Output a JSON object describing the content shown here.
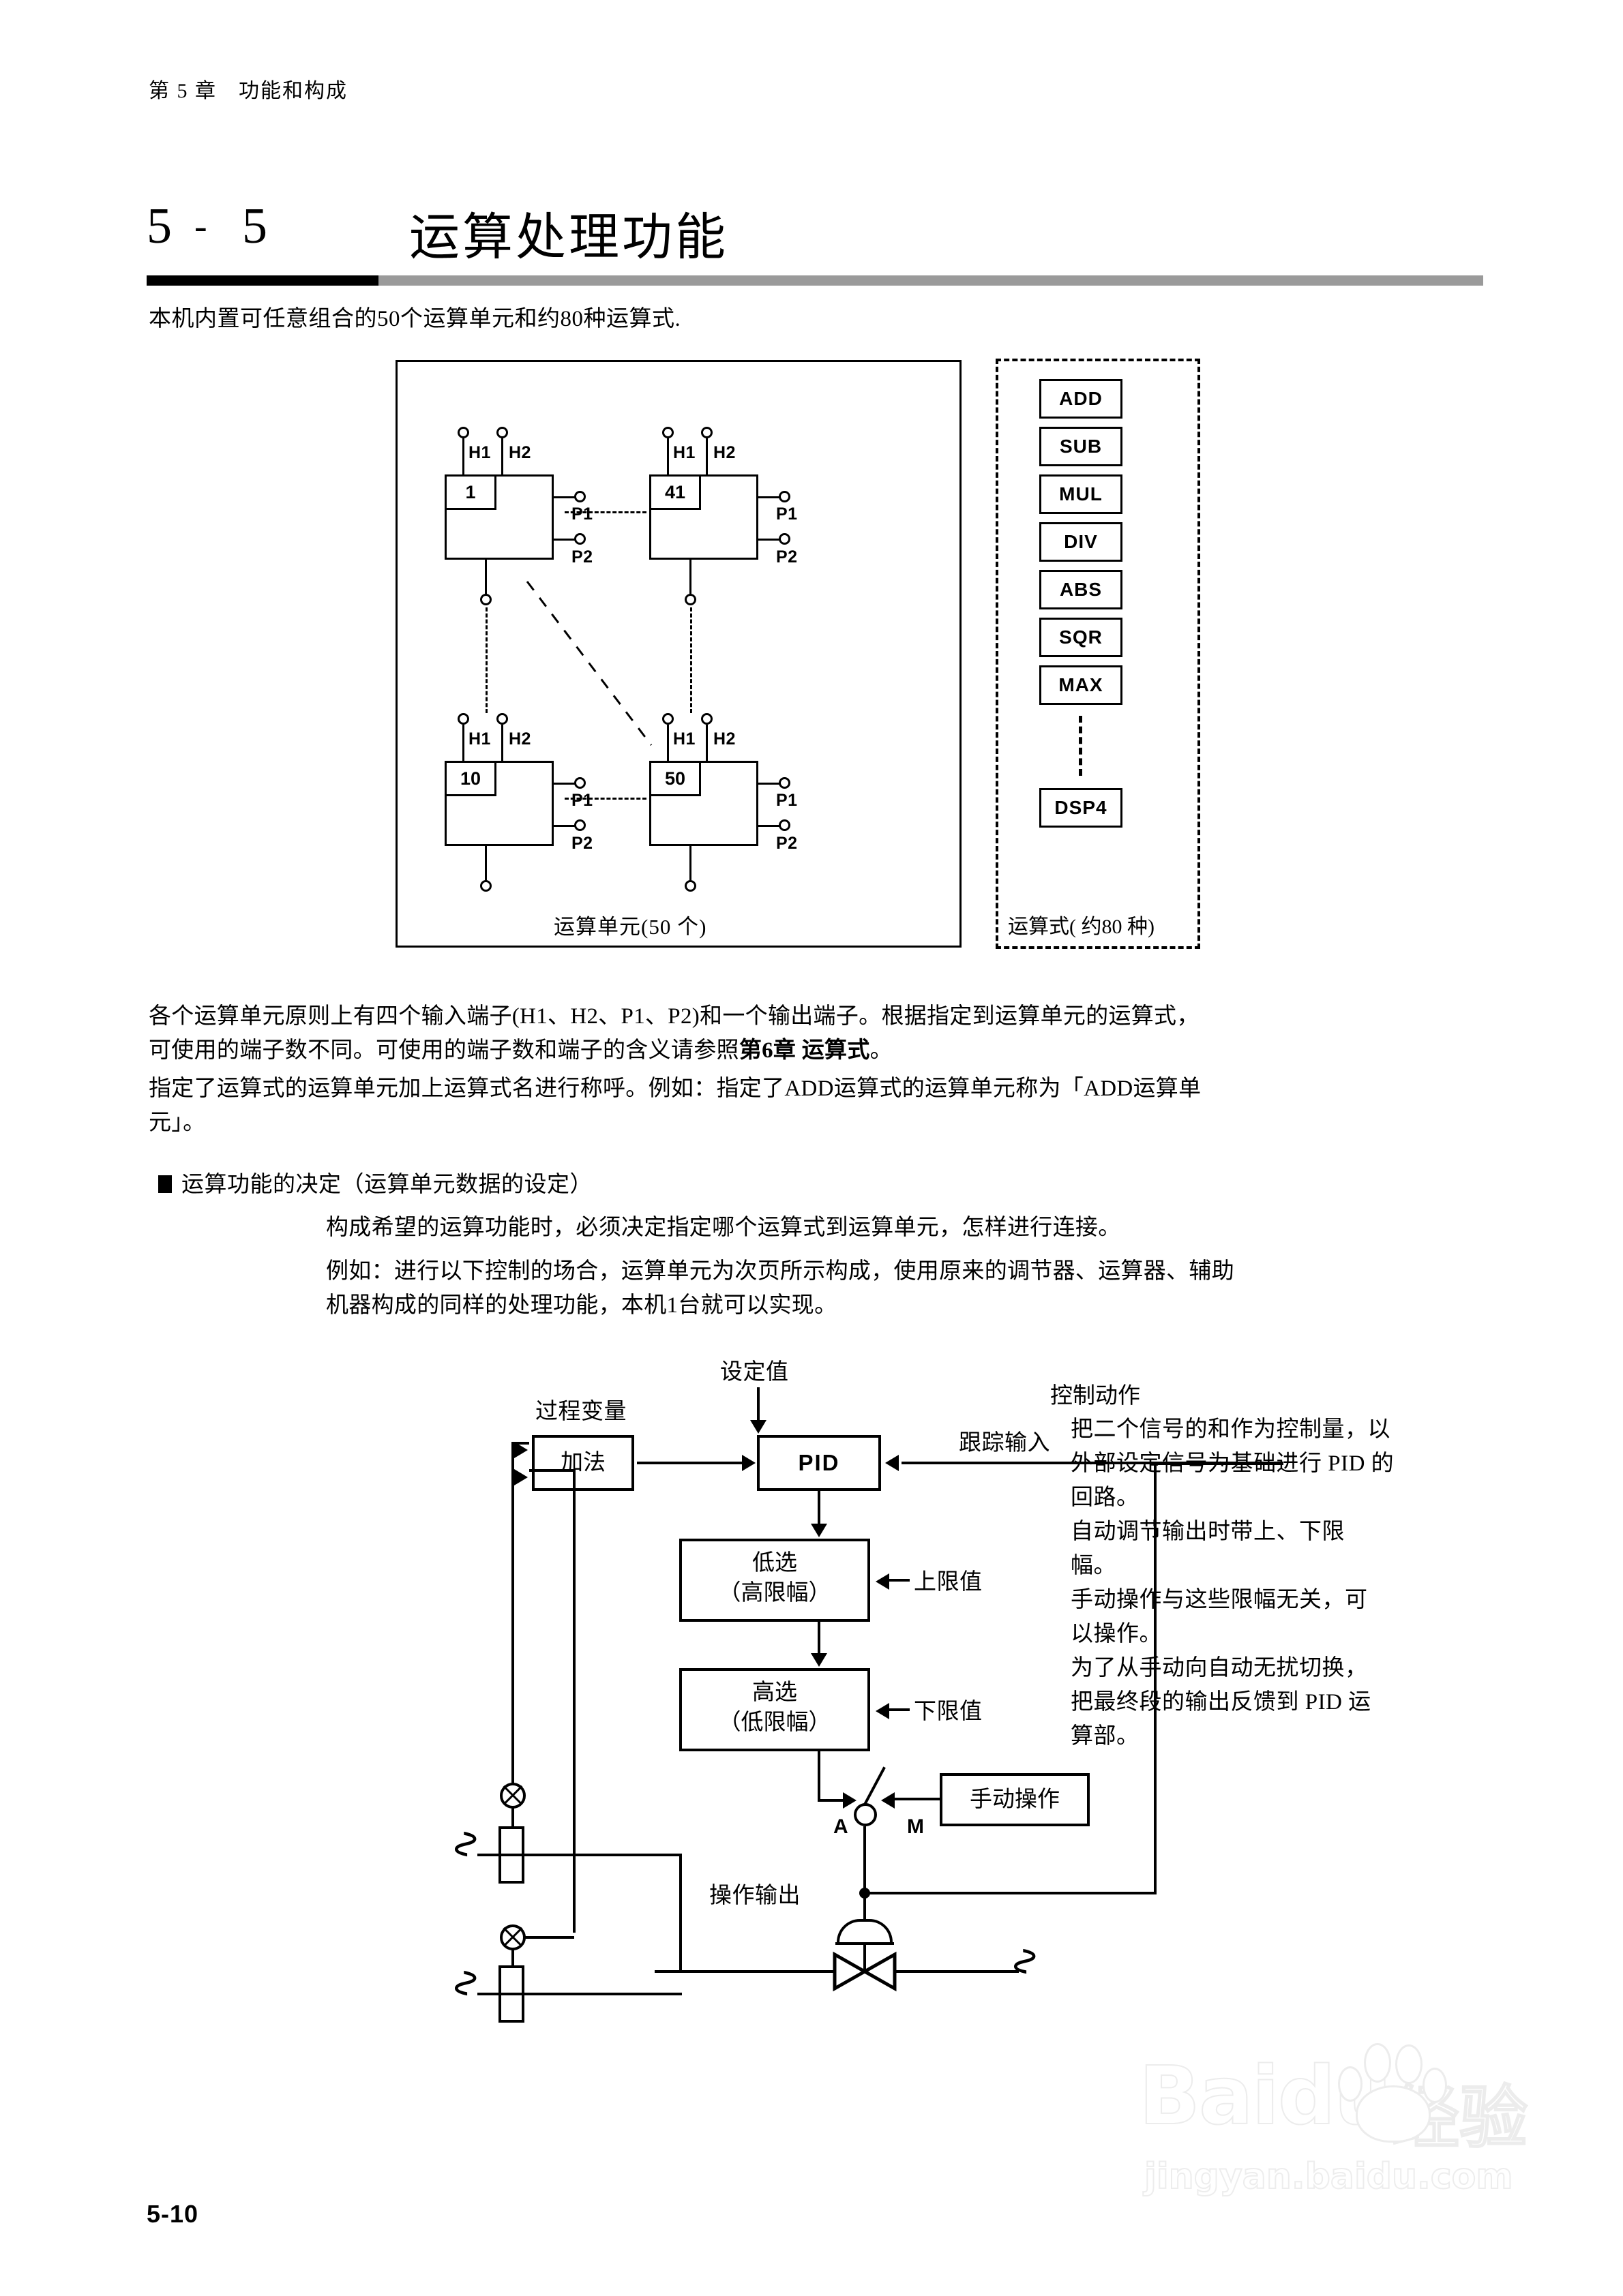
{
  "header": {
    "running_head": "第 5 章　功能和构成"
  },
  "section": {
    "number_first": "5",
    "number_dash": "-",
    "number_second": "5",
    "title": "运算处理功能"
  },
  "intro": "本机内置可任意组合的50个运算单元和约80种运算式.",
  "figure1": {
    "caption_units": "运算单元(50 个)",
    "caption_ops": "运算式( 约80 种)",
    "units": [
      {
        "id": "1",
        "h1": "H1",
        "h2": "H2",
        "p1": "P1",
        "p2": "P2"
      },
      {
        "id": "41",
        "h1": "H1",
        "h2": "H2",
        "p1": "P1",
        "p2": "P2"
      },
      {
        "id": "10",
        "h1": "H1",
        "h2": "H2",
        "p1": "P1",
        "p2": "P2"
      },
      {
        "id": "50",
        "h1": "H1",
        "h2": "H2",
        "p1": "P1",
        "p2": "P2"
      }
    ],
    "operations": [
      "ADD",
      "SUB",
      "MUL",
      "DIV",
      "ABS",
      "SQR",
      "MAX",
      "DSP4"
    ]
  },
  "body": {
    "p1_line1": "各个运算单元原则上有四个输入端子(H1、H2、P1、P2)和一个输出端子。根据指定到运算单元的运算式，",
    "p1_line2_a": "可使用的端子数不同。可使用的端子数和端子的含义请参照",
    "p1_line2_b": "第6章 运算式",
    "p1_line2_c": "。",
    "p2_line1": "指定了运算式的运算单元加上运算式名进行称呼。例如：指定了ADD运算式的运算单元称为「ADD运算单",
    "p2_line2": "元」。",
    "bullet_title": "运算功能的决定（运算单元数据的设定）",
    "bullet_p1": "构成希望的运算功能时，必须决定指定哪个运算式到运算单元，怎样进行连接。",
    "bullet_p2_l1": "例如：进行以下控制的场合，运算单元为次页所示构成，使用原来的调节器、运算器、辅助",
    "bullet_p2_l2": "机器构成的同样的处理功能，本机1台就可以实现。"
  },
  "figure2": {
    "labels": {
      "process_variable": "过程变量",
      "setpoint": "设定值",
      "tracking_input": "跟踪输入",
      "upper_limit": "上限值",
      "lower_limit": "下限值",
      "manual_output": "操作输出",
      "auto_mark": "A",
      "manual_mark": "M"
    },
    "blocks": {
      "add": "加法",
      "pid": "PID",
      "low_select_l1": "低选",
      "low_select_l2": "（高限幅）",
      "high_select_l1": "高选",
      "high_select_l2": "（低限幅）",
      "manual_op": "手动操作"
    }
  },
  "explanation": {
    "title": "控制动作",
    "l1": "把二个信号的和作为控制量，以",
    "l2": "外部设定信号为基础进行 PID 的",
    "l3": "回路。",
    "l4": " 自动调节输出时带上、下限",
    "l5": "幅。",
    "l6": "手动操作与这些限幅无关，可",
    "l7": "以操作。",
    "l8": "为了从手动向自动无扰切换，",
    "l9": "把最终段的输出反馈到 PID 运",
    "l10": "算部。"
  },
  "footer": {
    "page_number": "5-10"
  },
  "watermark": {
    "brand": "Baidu",
    "brand_cn": "经验",
    "url": "jingyan.baidu.com"
  },
  "colors": {
    "ink": "#000000",
    "rule_gray": "#9a9a9a",
    "watermark": "#ececec"
  }
}
